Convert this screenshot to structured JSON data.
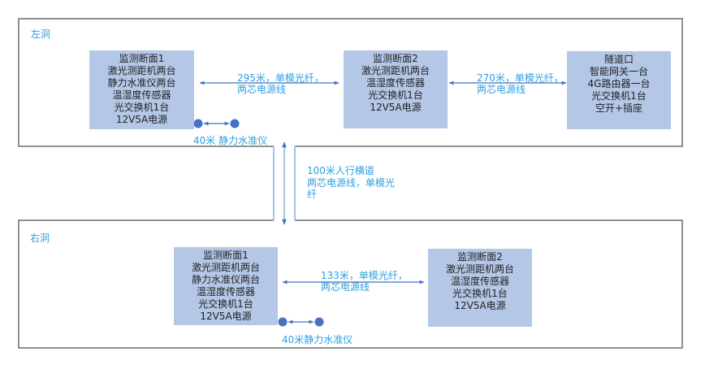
{
  "colors": {
    "box_fill": "#b4c7e7",
    "link": "#4472c4",
    "label": "#2e9fe0",
    "border": "#6b6b6b",
    "connector": "#a9bfe6",
    "text": "#222222"
  },
  "left_tunnel": {
    "title": "左洞",
    "boxes": [
      {
        "lines": [
          "监测断面1",
          "激光测距机两台",
          "静力水准仪两台",
          "温湿度传感器",
          "光交换机1台",
          "12V5A电源"
        ]
      },
      {
        "lines": [
          "监测断面2",
          "激光测距机两台",
          "温湿度传感器",
          "光交换机1台",
          "12V5A电源"
        ]
      },
      {
        "lines": [
          "隧道口",
          "智能网关一台",
          "4G路由器一台",
          "光交换机1台",
          "空开+插座"
        ]
      }
    ],
    "links": [
      {
        "lines": [
          "295米，单模光纤，",
          "两芯电源线"
        ]
      },
      {
        "lines": [
          "270米，单模光纤，",
          "两芯电源线"
        ]
      }
    ],
    "level_link": {
      "label": "40米 静力水准仪"
    }
  },
  "cross_passage": {
    "lines": [
      "100米人行横道",
      "两芯电源线，单模光",
      "纤"
    ]
  },
  "right_tunnel": {
    "title": "右洞",
    "boxes": [
      {
        "lines": [
          "监测断面1",
          "激光测距机两台",
          "静力水准仪两台",
          "温湿度传感器",
          "光交换机1台",
          "12V5A电源"
        ]
      },
      {
        "lines": [
          "监测断面2",
          "激光测距机两台",
          "温湿度传感器",
          "光交换机1台",
          "12V5A电源"
        ]
      }
    ],
    "links": [
      {
        "lines": [
          "133米，单模光纤，",
          "两芯电源线"
        ]
      }
    ],
    "level_link": {
      "label": "40米静力水准仪"
    }
  }
}
